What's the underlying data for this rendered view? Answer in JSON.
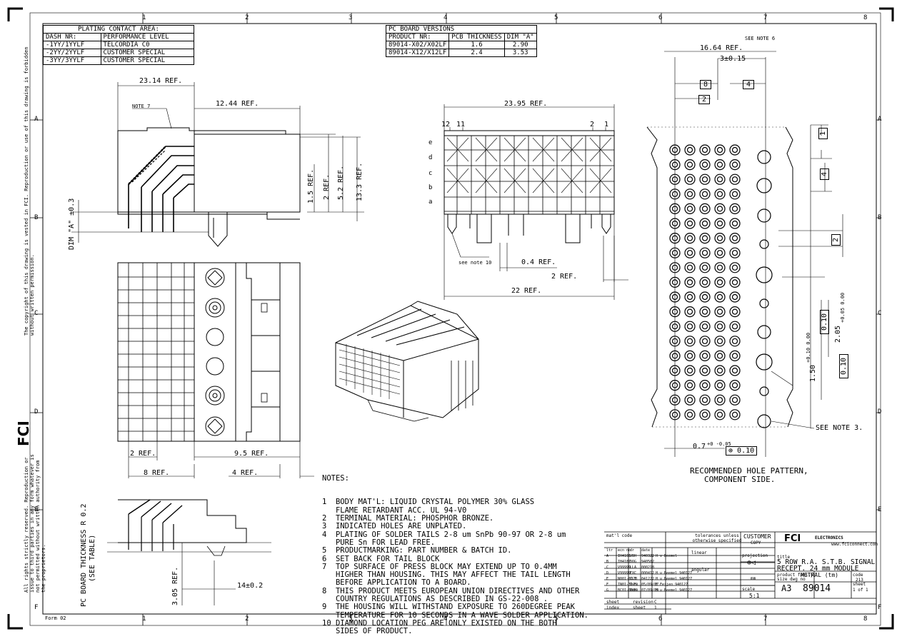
{
  "grid": {
    "cols": [
      "1",
      "2",
      "3",
      "4",
      "5",
      "6",
      "7",
      "8"
    ],
    "rows": [
      "A",
      "B",
      "C",
      "D",
      "E",
      "F"
    ]
  },
  "plating_table": {
    "title": "PLATING CONTACT AREA:",
    "headers": [
      "DASH NR:",
      "PERFORMANCE LEVEL"
    ],
    "rows": [
      [
        "-1YY/1YYLF",
        "TELCORDIA C0"
      ],
      [
        "-2YY/2YYLF",
        "CUSTOMER SPECIAL"
      ],
      [
        "-3YY/3YYLF",
        "CUSTOMER SPECIAL"
      ]
    ]
  },
  "pcb_table": {
    "title": "PC BOARD VERSIONS",
    "headers": [
      "PRODUCT NR:",
      "PCB THICKNESS",
      "DIM \"A\""
    ],
    "rows": [
      [
        "89014-X02/X02LF",
        "1.6",
        "2.90"
      ],
      [
        "89014-X12/X12LF",
        "2.4",
        "3.53"
      ]
    ]
  },
  "dims": {
    "side_ref_2314": "23.14 REF.",
    "side_ref_1244": "12.44 REF.",
    "note7": "NOTE 7",
    "ref_15": "1.5 REF.",
    "ref_2": "2 REF.",
    "ref_52": "5.2 REF.",
    "ref_133": "13.3 REF.",
    "dim_a": "DIM \"A\" ±0.3",
    "front_2395": "23.95 REF.",
    "col_12": "12",
    "col_11": "11",
    "col_2": "2",
    "col_1": "1",
    "rows_labels": [
      "e",
      "d",
      "c",
      "b",
      "a"
    ],
    "see_note_10": "see note 10",
    "ref_04": "0.4 REF.",
    "ref_2b": "2 REF.",
    "ref_22": "22 REF.",
    "bottom_2ref": "2 REF.",
    "bottom_95ref": "9.5 REF.",
    "bottom_8ref": "8 REF.",
    "bottom_4ref": "4 REF.",
    "pcb_thk": "PC BOARD THICKNESS R 0.2",
    "see_table": "(SEE TABLE)",
    "ref_305": "3.05 REF.",
    "dim_14": "14±0.2",
    "see_note_6": "SEE NOTE 6",
    "hp_1664": "16.64 REF.",
    "hp_3": "3±0.15",
    "hp_8": "8",
    "hp_4": "4",
    "hp_2": "2",
    "hp_1": "1",
    "hp_4b": "4",
    "hp_2b": "2",
    "hp_tol": "0.10",
    "hp_150": "1.50",
    "hp_150tol": "+0.10 0.00",
    "hp_205": "2.05",
    "hp_205tol": "+0.05 0.00",
    "hp_07": "0.7",
    "hp_07tol": "+0 -0.05",
    "hp_see_note3": "SEE NOTE 3.",
    "hp_title": "RECOMMENDED HOLE PATTERN,",
    "hp_sub": "COMPONENT SIDE."
  },
  "notes": {
    "heading": "NOTES:",
    "lines": [
      "1  BODY MAT'L: LIQUID CRYSTAL POLYMER 30% GLASS",
      "   FLAME RETARDANT ACC. UL 94-V0",
      "2  TERMINAL MATERIAL: PHOSPHOR BRONZE.",
      "3  INDICATED HOLES ARE UNPLATED.",
      "4  PLATING OF SOLDER TAILS 2-8 um SnPb 90-97 OR 2-8 um",
      "   PURE Sn FOR LEAD FREE.",
      "5  PRODUCTMARKING: PART NUMBER & BATCH ID.",
      "6  SET BACK FOR TAIL BLOCK",
      "7  TOP SURFACE OF PRESS BLOCK MAY EXTEND UP TO 0.4MM",
      "   HIGHER THAN HOUSING. THIS MAY AFFECT THE TAIL LENGTH",
      "   BEFORE APPLICATION TO A BOARD.",
      "8  THIS PRODUCT MEETS EUROPEAN UNION DIRECTIVES AND OTHER",
      "   COUNTRY REGULATIONS AS DESCRIBED IN GS-22-008 .",
      "9  THE HOUSING WILL WITHSTAND EXPOSURE TO 260DEGREE PEAK",
      "   TEMPERATURE FOR 10 SECONDS IN A WAVE SOLDER APPLICATION.",
      "10 DIAMOND LOCATION PEG ARE ONLY EXISTED ON THE BOTH",
      "   SIDES OF PRODUCT."
    ]
  },
  "title_block": {
    "matl_code": "mat'l code",
    "tol": "tolerances unless otherwise specified",
    "linear": "linear",
    "angular": "angular",
    "customer": "CUSTOMER",
    "copy": "COPY",
    "projection": "projection",
    "mm": "mm",
    "scale": "scale",
    "scale_val": "5:1",
    "company": "ELECTRONICS",
    "website": "www.fciconnect.com",
    "title_label": "title",
    "title1": "5 ROW R.A. S.T.B. SIGNAL",
    "title2": "RECEPT. 24 mm MODULE",
    "product_family": "product family",
    "metral": "METRAL (tm)",
    "code": "code",
    "code_val": "213",
    "size": "A3",
    "dwg_no_label": "size dwg no",
    "dwg_no": "89014",
    "sheet_label": "sheet",
    "sheet_val": "1 of 1",
    "revision_label": "revision",
    "revision": "C",
    "index": "index",
    "sheet2": "sheet",
    "sheet2_val": "1",
    "rev_rows": [
      [
        "ltr",
        "ecn no",
        "dr",
        "date",
        ""
      ],
      [
        "A",
        "IH4101",
        "VBH",
        "940322",
        "H v Beemel"
      ],
      [
        "B",
        "IH4187",
        "DOG",
        "940502",
        ""
      ],
      [
        "C",
        "V99999",
        "LLA",
        "000218",
        ""
      ],
      [
        "D",
        "V99999",
        "EXC",
        "000412",
        "H v Beemel 940127"
      ],
      [
        "E",
        "N001-0128",
        "CLI",
        "041222",
        "H v Beemel 940127"
      ],
      [
        "F",
        "IN01-3125",
        "Dshi",
        "05/09/07",
        "E Feijen 940127"
      ],
      [
        "G",
        "BC01-0086",
        "Dshi",
        "07/09/09",
        "H v Beemel 940127"
      ]
    ]
  },
  "margin_left": {
    "copyright": "The copyright of this drawing is vested in FCI. Reproduction or use of this drawing is forbidden without written permission.",
    "proprietary": "All rights strictly reserved. Reproduction or issue to third parties in any form whatever is not permitted without written authority from the proprietors."
  },
  "form_code": "Form 02"
}
